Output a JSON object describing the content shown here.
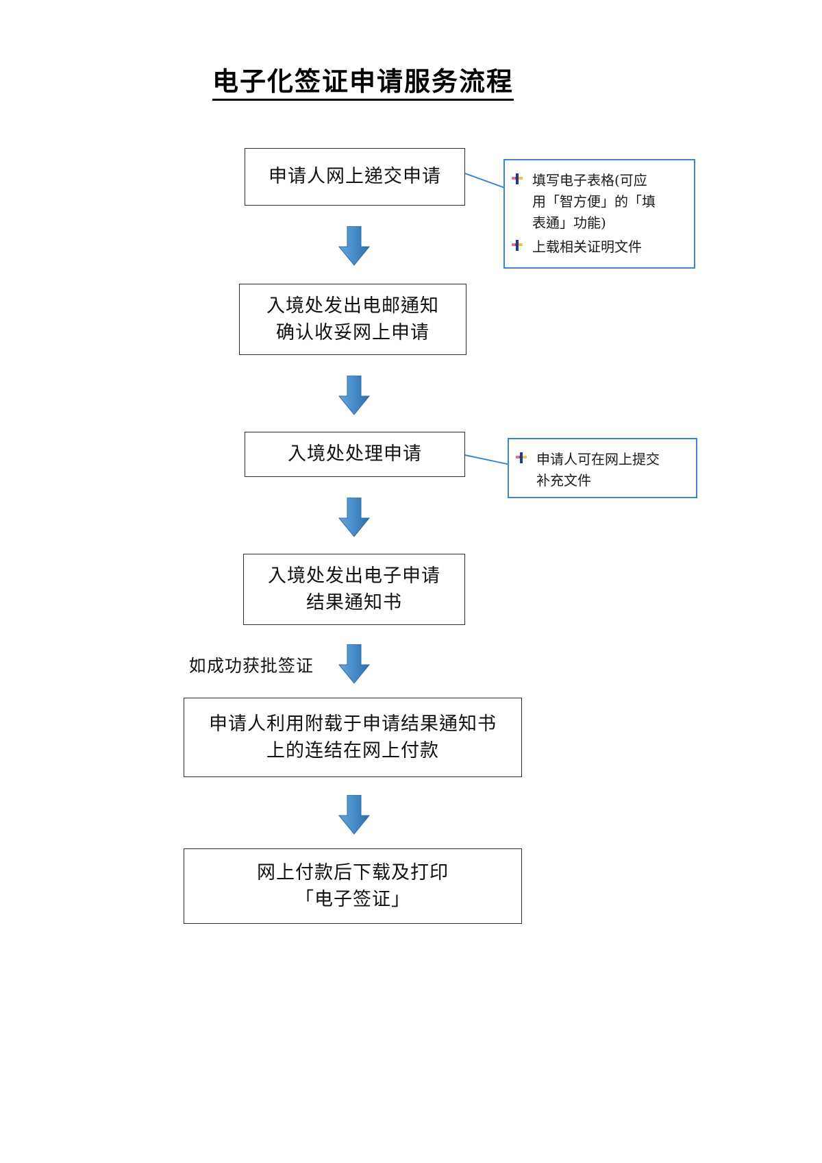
{
  "document": {
    "title": "电子化签证申请服务流程"
  },
  "flow": {
    "steps": [
      {
        "id": "step-1",
        "text": "申请人网上递交申请"
      },
      {
        "id": "step-2",
        "text": "入境处发出电邮通知\n确认收妥网上申请"
      },
      {
        "id": "step-3",
        "text": "入境处处理申请"
      },
      {
        "id": "step-4",
        "text": "入境处发出电子申请\n结果通知书"
      },
      {
        "id": "step-5",
        "text": "申请人利用附载于申请结果通知书\n上的连结在网上付款"
      },
      {
        "id": "step-6",
        "text": "网上付款后下载及打印\n「电子签证」"
      }
    ],
    "condition_label": "如成功获批签证",
    "arrow_label": "down-arrow"
  },
  "notes": [
    {
      "id": "note-1",
      "attached_to": "step-1",
      "items": [
        "填写电子表格(可应\n用「智方便」的「填\n表通」功能)",
        "上载相关证明文件"
      ]
    },
    {
      "id": "note-2",
      "attached_to": "step-3",
      "items": [
        "申请人可在网上提交\n补充文件"
      ]
    }
  ],
  "colors": {
    "accent_blue": "#3d85c8",
    "arrow_blue": "#4a8fcb",
    "arrow_blue_dark": "#2f6ea8",
    "box_border": "#2b2b2b",
    "text": "#111111",
    "background": "#ffffff"
  }
}
